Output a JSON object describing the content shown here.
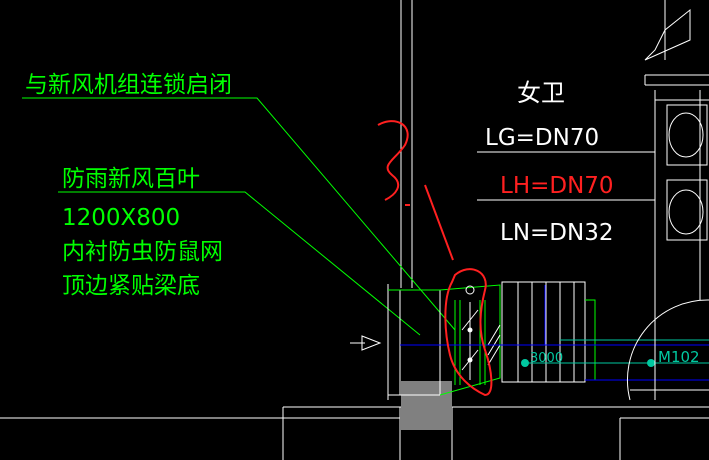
{
  "annotations": {
    "interlock": "与新风机组连锁启闭",
    "louver_title": "防雨新风百叶",
    "louver_size": "1200X800",
    "louver_lining": "内衬防虫防鼠网",
    "louver_mount": "顶边紧贴梁底"
  },
  "room": {
    "label": "女卫"
  },
  "pipes": {
    "lg": "LG=DN70",
    "lh": "LH=DN70",
    "ln": "LN=DN32"
  },
  "dimensions": {
    "d3000": "3000",
    "m102": "M102"
  },
  "markup": {
    "question_mark": "?"
  },
  "colors": {
    "background": "#000000",
    "green": "#00ff00",
    "white": "#ffffff",
    "red": "#ff2020",
    "blue": "#0000ff",
    "cyan": "#00c8a0",
    "gray": "#808080"
  }
}
